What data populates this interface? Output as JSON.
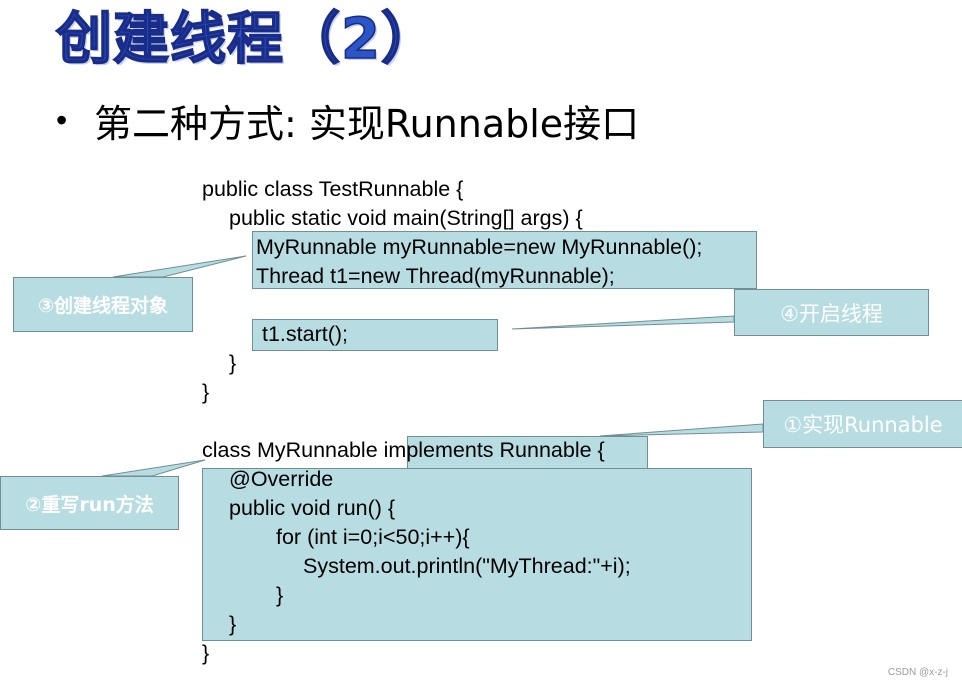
{
  "slide": {
    "title": "创建线程（2）",
    "bullet_symbol": "•",
    "bullet_text": "第二种方式: 实现Runnable接口"
  },
  "code": [
    {
      "text": "public class TestRunnable {",
      "indent": 0
    },
    {
      "text": "public static void main(String[] args) {",
      "indent": 1
    },
    {
      "text": "MyRunnable myRunnable=new MyRunnable();",
      "indent": 2
    },
    {
      "text": "Thread t1=new Thread(myRunnable);",
      "indent": 2
    },
    {
      "text": "",
      "indent": 0
    },
    {
      "text": "t1.start();",
      "indent": 2
    },
    {
      "text": "}",
      "indent": 1
    },
    {
      "text": "}",
      "indent": 0
    },
    {
      "text": "",
      "indent": 0
    },
    {
      "text": "class MyRunnable implements Runnable {",
      "indent": 0
    },
    {
      "text": "@Override",
      "indent": 1
    },
    {
      "text": "public void run() {",
      "indent": 1
    },
    {
      "text": "for (int i=0;i<50;i++){",
      "indent": 3
    },
    {
      "text": "System.out.println(\"MyThread:\"+i);",
      "indent": 4
    },
    {
      "text": "}",
      "indent": 3
    },
    {
      "text": "}",
      "indent": 1
    },
    {
      "text": "}",
      "indent": 0
    }
  ],
  "callouts": {
    "create_object": "③创建线程对象",
    "start_thread": "④开启线程",
    "implement_runnable": "①实现Runnable",
    "override_run": "②重写run方法"
  },
  "colors": {
    "title_fill": "#2a56c6",
    "highlight": "#b7dde2",
    "callout_text": "#ffffff"
  },
  "watermark": "CSDN @x-z-j"
}
